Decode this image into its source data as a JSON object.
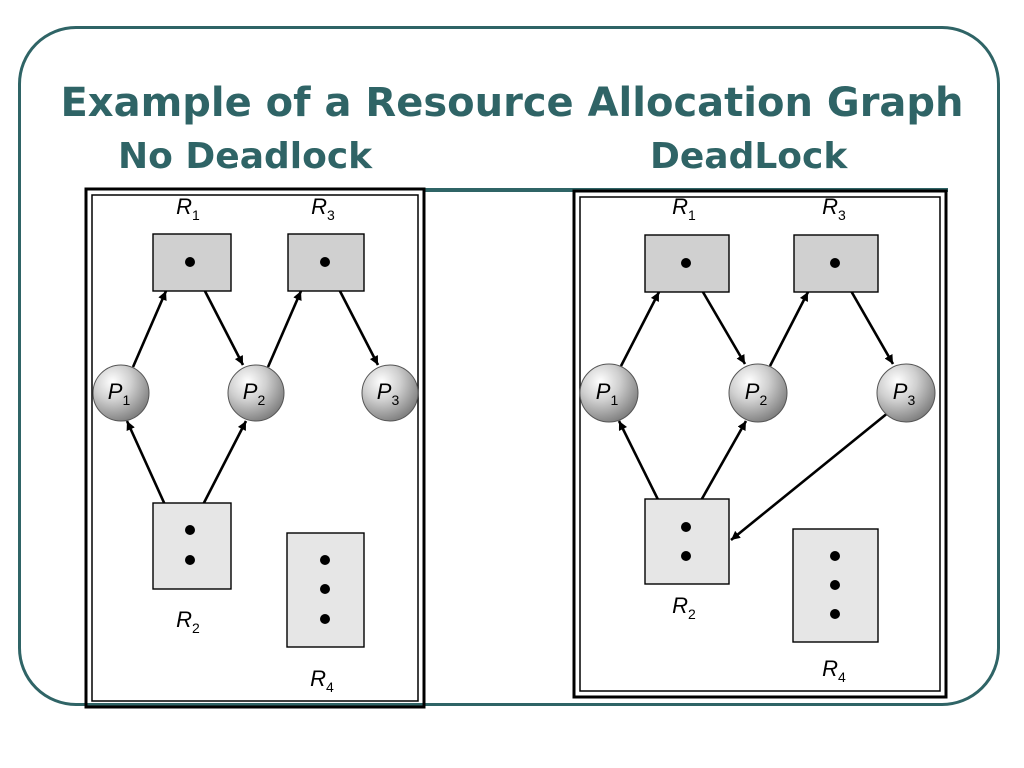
{
  "slide": {
    "title": "Example of a Resource Allocation Graph",
    "left_caption": "No Deadlock",
    "right_caption": "DeadLock",
    "accent_color": "#2f6466"
  },
  "diagrams": [
    {
      "id": "no-deadlock",
      "resources": [
        {
          "id": "R1",
          "letter": "R",
          "sub": "1",
          "instances": 1
        },
        {
          "id": "R2",
          "letter": "R",
          "sub": "2",
          "instances": 2
        },
        {
          "id": "R3",
          "letter": "R",
          "sub": "3",
          "instances": 1
        },
        {
          "id": "R4",
          "letter": "R",
          "sub": "4",
          "instances": 3
        }
      ],
      "processes": [
        {
          "id": "P1",
          "letter": "P",
          "sub": "1"
        },
        {
          "id": "P2",
          "letter": "P",
          "sub": "2"
        },
        {
          "id": "P3",
          "letter": "P",
          "sub": "3"
        }
      ],
      "edges": [
        {
          "from": "P1",
          "to": "R1",
          "kind": "request"
        },
        {
          "from": "R1",
          "to": "P2",
          "kind": "assignment"
        },
        {
          "from": "P2",
          "to": "R3",
          "kind": "request"
        },
        {
          "from": "R3",
          "to": "P3",
          "kind": "assignment"
        },
        {
          "from": "R2",
          "to": "P1",
          "kind": "assignment"
        },
        {
          "from": "R2",
          "to": "P2",
          "kind": "assignment"
        }
      ]
    },
    {
      "id": "deadlock",
      "resources": [
        {
          "id": "R1",
          "letter": "R",
          "sub": "1",
          "instances": 1
        },
        {
          "id": "R2",
          "letter": "R",
          "sub": "2",
          "instances": 2
        },
        {
          "id": "R3",
          "letter": "R",
          "sub": "3",
          "instances": 1
        },
        {
          "id": "R4",
          "letter": "R",
          "sub": "4",
          "instances": 3
        }
      ],
      "processes": [
        {
          "id": "P1",
          "letter": "P",
          "sub": "1"
        },
        {
          "id": "P2",
          "letter": "P",
          "sub": "2"
        },
        {
          "id": "P3",
          "letter": "P",
          "sub": "3"
        }
      ],
      "edges": [
        {
          "from": "P1",
          "to": "R1",
          "kind": "request"
        },
        {
          "from": "R1",
          "to": "P2",
          "kind": "assignment"
        },
        {
          "from": "P2",
          "to": "R3",
          "kind": "request"
        },
        {
          "from": "R3",
          "to": "P3",
          "kind": "assignment"
        },
        {
          "from": "R2",
          "to": "P1",
          "kind": "assignment"
        },
        {
          "from": "R2",
          "to": "P2",
          "kind": "assignment"
        },
        {
          "from": "P3",
          "to": "R2",
          "kind": "request"
        }
      ]
    }
  ]
}
